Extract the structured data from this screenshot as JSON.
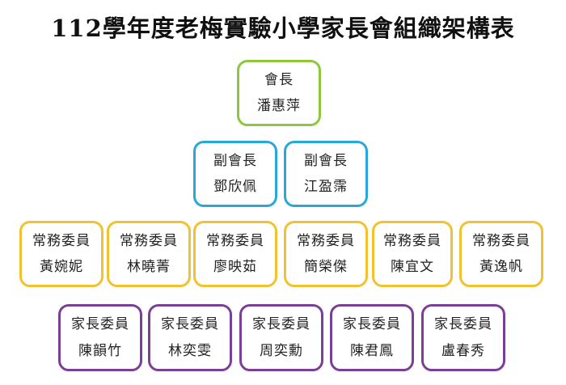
{
  "title": "112學年度老梅實驗小學家長會組織架構表",
  "colors": {
    "president": "#8dc63f",
    "vice": "#2aa7d9",
    "standing": "#f2c12e",
    "parent": "#7b3f98"
  },
  "president": {
    "role": "會長",
    "name": "潘惠萍"
  },
  "vice_presidents": [
    {
      "role": "副會長",
      "name": "鄧欣佩"
    },
    {
      "role": "副會長",
      "name": "江盈霈"
    }
  ],
  "standing_committee": [
    {
      "role": "常務委員",
      "name": "黃婉妮"
    },
    {
      "role": "常務委員",
      "name": "林曉菁"
    },
    {
      "role": "常務委員",
      "name": "廖映茹"
    },
    {
      "role": "常務委員",
      "name": "簡榮傑"
    },
    {
      "role": "常務委員",
      "name": "陳宜文"
    },
    {
      "role": "常務委員",
      "name": "黃逸帆"
    }
  ],
  "parent_committee": [
    {
      "role": "家長委員",
      "name": "陳韻竹"
    },
    {
      "role": "家長委員",
      "name": "林奕雯"
    },
    {
      "role": "家長委員",
      "name": "周奕勳"
    },
    {
      "role": "家長委員",
      "name": "陳君鳳"
    },
    {
      "role": "家長委員",
      "name": "盧春秀"
    }
  ]
}
